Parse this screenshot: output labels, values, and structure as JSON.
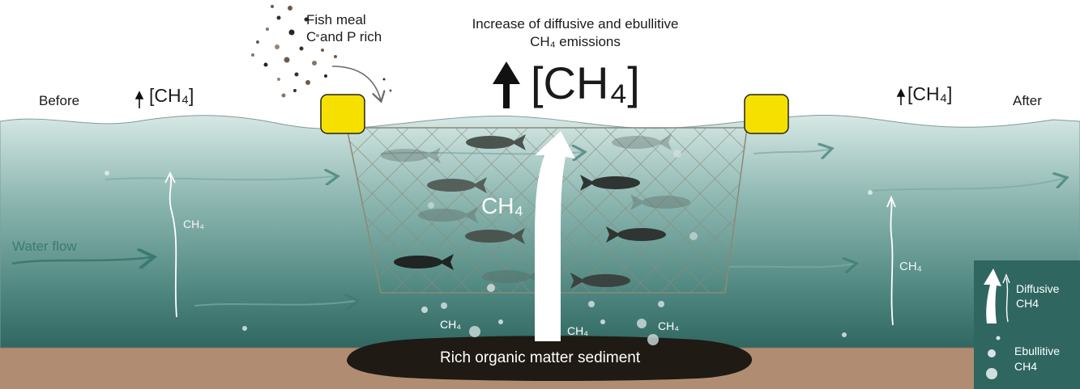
{
  "labels": {
    "before": "Before",
    "after": "After",
    "ch4_left": "[CH₄]",
    "ch4_center": "[CH₄]",
    "ch4_right": "[CH₄]",
    "fish_meal_line1": "Fish meal",
    "fish_meal_line2": "C and P rich",
    "increase_line1": "Increase of diffusive and ebullitive",
    "increase_line2": "CH₄ emissions",
    "water_flow": "Water flow",
    "ch4_before_column": "CH₄",
    "ch4_cage": "CH₄",
    "ch4_bubble_left": "CH₄",
    "ch4_bubble_mid": "CH₄",
    "ch4_bubble_right": "CH₄",
    "ch4_after_column": "CH₄",
    "sediment": "Rich organic matter sediment"
  },
  "legend": {
    "diffusive": [
      "Diffusive",
      "CH4"
    ],
    "ebullitive": [
      "Ebullitive",
      "CH4"
    ]
  },
  "colors": {
    "water_top": "#cfe3e0",
    "water_bottom": "#2f6660",
    "sediment": "#b08d72",
    "mud": "#1f1a14",
    "buoy": "#f5e000",
    "legend_bg": "#2f6660"
  }
}
